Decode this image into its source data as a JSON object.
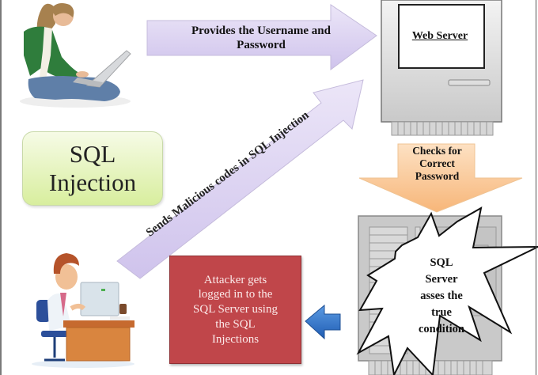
{
  "diagram": {
    "title": {
      "line1": "SQL",
      "line2": "Injection"
    },
    "arrows": {
      "user_to_server": {
        "line1": "Provides the Username and",
        "line2": "Password",
        "color": "#d9cff0"
      },
      "attacker_to_server": {
        "label": "Sends Malicious codes in SQL Injection",
        "color": "#d9cff0"
      },
      "web_to_sql_server": {
        "line1": "Checks for",
        "line2": "Correct",
        "line3": "Password",
        "color": "#f9c48e"
      },
      "sql_server_to_result": {
        "color": "#2f6fc4"
      }
    },
    "web_server": {
      "label": "Web Server"
    },
    "sql_server": {
      "line1": "SQL",
      "line2": "Server",
      "line3": "asses the",
      "line4": "true",
      "line5": "condition"
    },
    "result_box": {
      "line1": "Attacker gets",
      "line2": "logged in to the",
      "line3": "SQL Server using",
      "line4": "the SQL",
      "line5": "Injections",
      "color": "#c0464a"
    },
    "actors": {
      "legit_user": "legit-user-with-laptop",
      "attacker": "attacker-at-desk"
    }
  }
}
